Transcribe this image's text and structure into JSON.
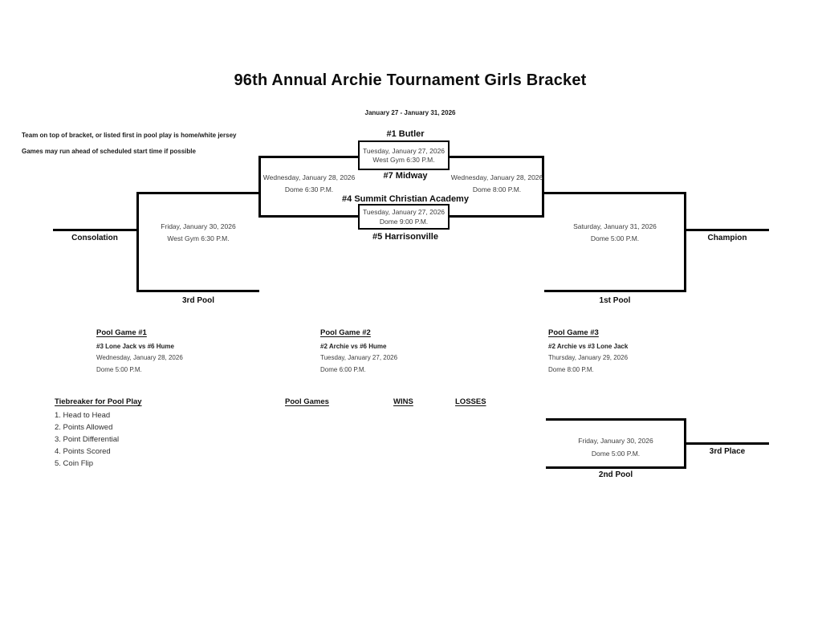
{
  "page": {
    "title": "96th Annual Archie Tournament Girls Bracket",
    "date_range": "January 27 - January 31, 2026",
    "notes": [
      "Team on top of bracket, or listed first in pool play is home/white jersey",
      "Games may run ahead of scheduled start time if possible"
    ]
  },
  "bracket": {
    "game1": {
      "top_team": "#1 Butler",
      "date": "Tuesday, January 27, 2026",
      "venue": "West Gym 6:30 P.M.",
      "bottom_team": "#7 Midway"
    },
    "game2": {
      "top_team": "#4 Summit Christian Academy",
      "date": "Tuesday, January 27, 2026",
      "venue": "Dome 9:00 P.M.",
      "bottom_team": "#5 Harrisonville"
    },
    "semifinal_left": {
      "date": "Wednesday, January 28, 2026",
      "venue": "Dome 6:30 P.M."
    },
    "semifinal_right": {
      "date": "Wednesday, January 28, 2026",
      "venue": "Dome 8:00 P.M."
    },
    "consolation_game": {
      "date": "Friday, January 30, 2026",
      "venue": "West Gym 6:30 P.M.",
      "feed_label": "3rd Pool",
      "result_label": "Consolation"
    },
    "championship_game": {
      "date": "Saturday, January 31, 2026",
      "venue": "Dome 5:00 P.M.",
      "feed_label": "1st Pool",
      "result_label": "Champion"
    },
    "third_place_game": {
      "date": "Friday, January 30, 2026",
      "venue": "Dome 5:00 P.M.",
      "feed_label": "2nd Pool",
      "result_label": "3rd Place"
    }
  },
  "pool_games": [
    {
      "title": "Pool Game #1",
      "matchup": "#3 Lone Jack vs #6 Hume",
      "date": "Wednesday, January 28, 2026",
      "venue": "Dome 5:00 P.M."
    },
    {
      "title": "Pool Game #2",
      "matchup": "#2 Archie vs #6 Hume",
      "date": "Tuesday, January 27, 2026",
      "venue": "Dome 6:00 P.M."
    },
    {
      "title": "Pool Game #3",
      "matchup": "#2 Archie vs #3 Lone Jack",
      "date": "Thursday, January 29, 2026",
      "venue": "Dome 8:00 P.M."
    }
  ],
  "tiebreaker": {
    "title": "Tiebreaker for Pool Play",
    "items": [
      "1. Head to Head",
      "2. Points Allowed",
      "3. Point Differential",
      "4. Points Scored",
      "5. Coin Flip"
    ]
  },
  "standings_headers": {
    "pool_games": "Pool Games",
    "wins": "WINS",
    "losses": "LOSSES"
  }
}
